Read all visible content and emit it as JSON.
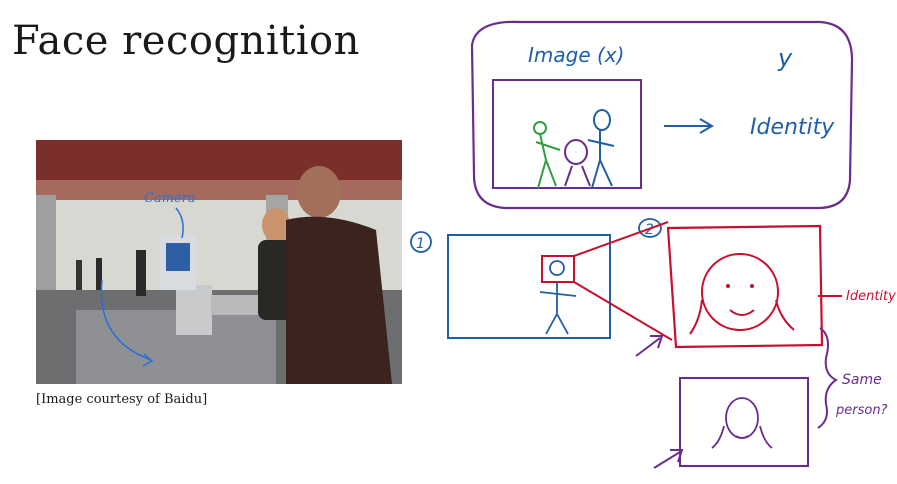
{
  "slide": {
    "title": "Face recognition",
    "caption": "[Image courtesy of Baidu]"
  },
  "photo": {
    "annotation": "Camera"
  },
  "handwriting": {
    "image_x": "Image (x)",
    "y_label": "y",
    "identity_top": "Identity",
    "step_1": "1",
    "step_2": "2",
    "identity_right": "Identity",
    "same_person_1": "Same",
    "same_person_2": "person?"
  },
  "colors": {
    "purple_ink": "#6a2c8e",
    "blue_ink": "#1f5fa8",
    "red_ink": "#c8102e",
    "green_ink": "#2ea043"
  }
}
